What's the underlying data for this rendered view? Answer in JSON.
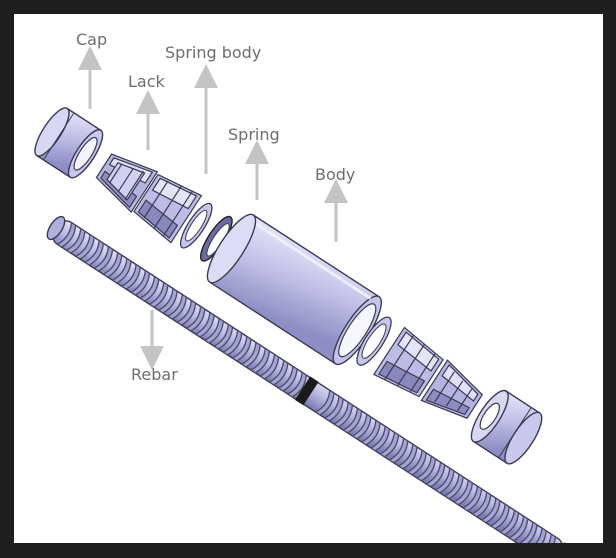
{
  "labels": {
    "cap": "Cap",
    "lack": "Lack",
    "spring_body": "Spring body",
    "spring": "Spring",
    "body": "Body",
    "rebar": "Rebar"
  },
  "colors": {
    "background": "#1e1e1e",
    "canvas": "#ffffff",
    "part_fill": "#c6c6ea",
    "part_shade": "#9a9ace",
    "part_dark": "#6e6ea6",
    "outline": "#3a3a52",
    "leader": "#c4c4c4",
    "label": "#6e6e6e"
  }
}
